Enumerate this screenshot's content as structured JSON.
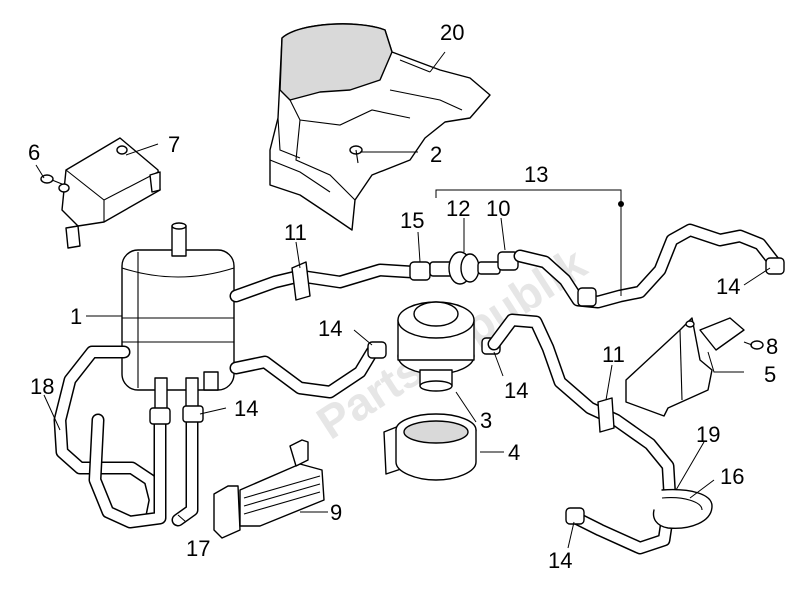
{
  "watermark": "PartsRepublik",
  "callouts": {
    "c1": "1",
    "c2": "2",
    "c3": "3",
    "c4": "4",
    "c5": "5",
    "c6": "6",
    "c7": "7",
    "c8": "8",
    "c9": "9",
    "c10": "10",
    "c11a": "11",
    "c11b": "11",
    "c12": "12",
    "c13": "13",
    "c14a": "14",
    "c14b": "14",
    "c14c": "14",
    "c14d": "14",
    "c14e": "14",
    "c15": "15",
    "c16": "16",
    "c17": "17",
    "c18": "18",
    "c19": "19",
    "c20": "20"
  }
}
